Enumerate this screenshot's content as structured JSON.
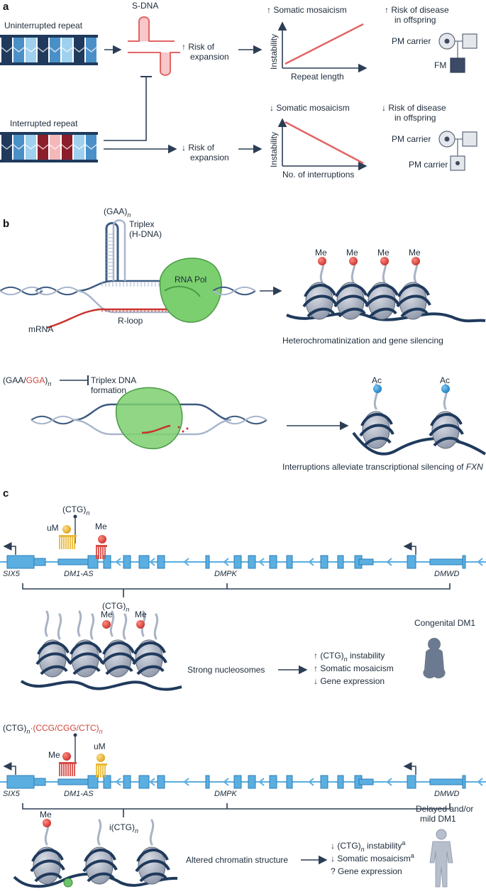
{
  "panel_a": {
    "label": "a",
    "uninterrupted": "Uninterrupted repeat",
    "interrupted": "Interrupted repeat",
    "sdna": "S-DNA",
    "risk_up": "↑ Risk of",
    "risk_down": "↓ Risk of",
    "expansion": "expansion",
    "mosaic_up": "↑ Somatic mosaicism",
    "mosaic_down": "↓ Somatic mosaicism",
    "instability": "Instability",
    "repeat_length": "Repeat length",
    "no_interruptions": "No. of interruptions",
    "disease_up": "↑ Risk of disease",
    "disease_down": "↓  Risk of disease",
    "in_offspring": "in offspring",
    "pm_carrier": "PM carrier",
    "fm": "FM"
  },
  "panel_b": {
    "label": "b",
    "gaa": "(GAA)",
    "n": "n",
    "triplex": "Triplex",
    "hdna": "(H-DNA)",
    "rna_pol": "RNA Pol",
    "mrna": "mRNA",
    "rloop": "R-loop",
    "me": "Me",
    "ac": "Ac",
    "hetero": "Heterochromatinization and gene silencing",
    "gaa_pre": "(GAA/",
    "gga": "GGA",
    "close_paren": ")",
    "triplex_dna": "Triplex DNA",
    "formation": "formation",
    "interruptions_alleviate": "Interruptions alleviate transcriptional silencing of",
    "fxn": "FXN"
  },
  "panel_c": {
    "label": "c",
    "ctg": "(CTG)",
    "n": "n",
    "um": "uM",
    "me": "Me",
    "six5": "SIX5",
    "dm1as": "DM1-AS",
    "dmpk": "DMPK",
    "dmwd": "DMWD",
    "strong": "Strong nucleosomes",
    "instability_up": "↑ (CTG)",
    "instability_word": " instability",
    "mosaic_up": "↑ Somatic mosaicism",
    "gene_down": "↓ Gene expression",
    "congenital": "Congenital DM1",
    "ctg_dash": "(CTG)",
    "interrupt_seq": "·(CCG/CGG/CTC)",
    "ictg": "i(CTG)",
    "altered": "Altered chromatin structure",
    "instability_down": "↓ (CTG)",
    "instability_a": " instability",
    "sup_a": "a",
    "mosaic_down": "↓ Somatic mosaicism",
    "gene_q": "? Gene expression",
    "delayed": "Delayed and/or",
    "mild": "mild DM1"
  },
  "colors": {
    "dark_navy": "#1f3a5c",
    "mid_blue": "#4a90c8",
    "light_blue": "#9fd0ee",
    "dark_red": "#8b1e2a",
    "pink": "#f4b8bb",
    "salmon": "#e36565",
    "green": "#6cc36c",
    "gene_blue": "#5aaee0",
    "methyl_red": "#d94b45",
    "acetyl_blue": "#2a8fd0",
    "gold": "#e9b93a"
  }
}
